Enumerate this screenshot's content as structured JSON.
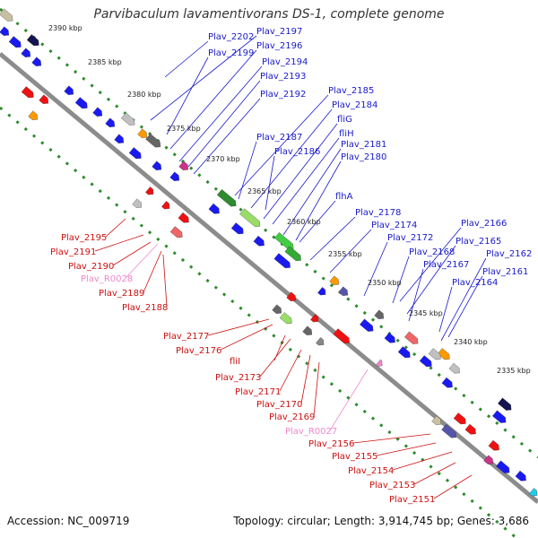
{
  "title": "Parvibaculum lavamentivorans DS-1, complete genome",
  "footer": {
    "accession": "Accession: NC_009719",
    "topology": "Topology: circular; Length: 3,914,745 bp; Genes: 3,686"
  },
  "colors": {
    "backbone": "#8c8c8c",
    "dotted_track": "#2e8b2e",
    "forward_label": "#1a1acc",
    "reverse_label": "#cc1111",
    "rna_label": "#ee88cc"
  },
  "scale_ticks": [
    "2390 kbp",
    "2385 kbp",
    "2380 kbp",
    "2375 kbp",
    "2370 kbp",
    "2365 kbp",
    "2360 kbp",
    "2355 kbp",
    "2350 kbp",
    "2345 kbp",
    "2340 kbp",
    "2335 kbp"
  ],
  "forward_labels": [
    "Plav_2202",
    "Plav_2197",
    "Plav_2199",
    "Plav_2196",
    "Plav_2194",
    "Plav_2193",
    "Plav_2192",
    "Plav_2185",
    "Plav_2184",
    "fliG",
    "Plav_2187",
    "fliH",
    "Plav_2186",
    "Plav_2181",
    "Plav_2180",
    "flhA",
    "Plav_2178",
    "Plav_2174",
    "Plav_2166",
    "Plav_2172",
    "Plav_2165",
    "Plav_2168",
    "Plav_2162",
    "Plav_2167",
    "Plav_2161",
    "Plav_2164"
  ],
  "reverse_labels": [
    "Plav_2195",
    "Plav_2191",
    "Plav_2190",
    "Plav_R0028",
    "Plav_2189",
    "Plav_2188",
    "Plav_2177",
    "Plav_2176",
    "fliI",
    "Plav_2173",
    "Plav_2171",
    "Plav_2170",
    "Plav_2169",
    "Plav_R0027",
    "Plav_2156",
    "Plav_2155",
    "Plav_2154",
    "Plav_2153",
    "Plav_2151"
  ]
}
